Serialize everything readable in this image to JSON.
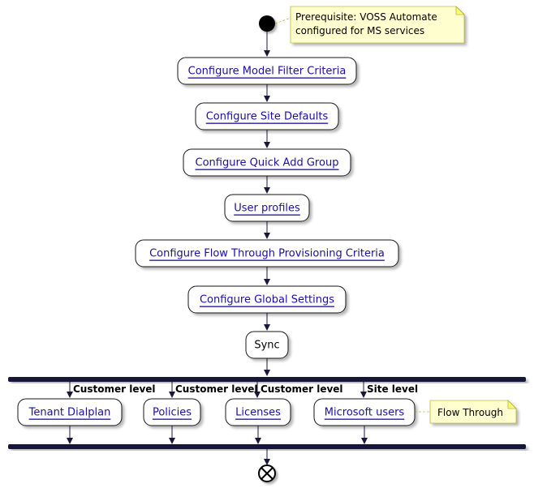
{
  "prerequisite_note": {
    "line1": "Prerequisite: VOSS Automate",
    "line2": "configured for MS services"
  },
  "steps": [
    {
      "label": "Configure Model Filter Criteria",
      "link": true
    },
    {
      "label": "Configure Site Defaults",
      "link": true
    },
    {
      "label": "Configure Quick Add Group",
      "link": true
    },
    {
      "label": "User profiles",
      "link": true
    },
    {
      "label": "Configure Flow Through Provisioning Criteria",
      "link": true
    },
    {
      "label": "Configure Global Settings",
      "link": true
    },
    {
      "label": "Sync",
      "link": false
    }
  ],
  "branches": [
    {
      "level": "Customer level",
      "label": "Tenant Dialplan"
    },
    {
      "level": "Customer level",
      "label": "Policies"
    },
    {
      "level": "Customer level",
      "label": "Licenses"
    },
    {
      "level": "Site level",
      "label": "Microsoft users"
    }
  ],
  "flow_through_note": "Flow Through",
  "colors": {
    "link": "#1a0dab",
    "edge": "#181838",
    "note_fill": "#fefece",
    "note_border": "#a0a000"
  }
}
